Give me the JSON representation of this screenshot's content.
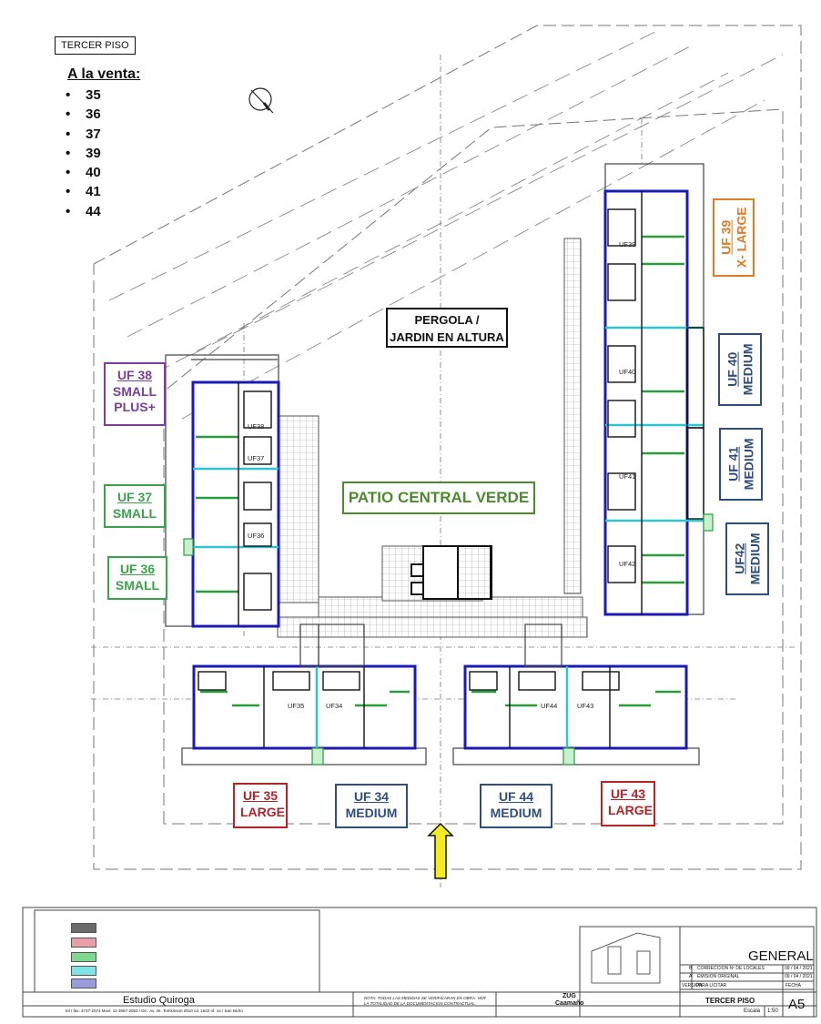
{
  "floor_tag": "TERCER PISO",
  "for_sale": {
    "title": "A la venta:",
    "units": [
      "35",
      "36",
      "37",
      "39",
      "40",
      "41",
      "44"
    ]
  },
  "labels": {
    "pergola": [
      "PERGOLA /",
      "JARDIN EN ALTURA"
    ],
    "patio": "PATIO CENTRAL VERDE"
  },
  "units": {
    "uf38": {
      "code": "UF 38",
      "size": "SMALL",
      "size2": "PLUS+",
      "color": "#7b3e9b"
    },
    "uf37": {
      "code": "UF 37",
      "size": "SMALL",
      "color": "#3aa34a"
    },
    "uf36": {
      "code": "UF 36",
      "size": "SMALL",
      "color": "#3aa34a"
    },
    "uf39": {
      "code": "UF 39",
      "size": "X- LARGE",
      "color": "#e07b24"
    },
    "uf40": {
      "code": "UF 40",
      "size": "MEDIUM",
      "color": "#2f4f7a"
    },
    "uf41": {
      "code": "UF 41",
      "size": "MEDIUM",
      "color": "#2f4f7a"
    },
    "uf42": {
      "code": "UF42",
      "size": "MEDIUM",
      "color": "#2f4f7a"
    },
    "uf35": {
      "code": "UF 35",
      "size": "LARGE",
      "color": "#b3242a"
    },
    "uf34": {
      "code": "UF 34",
      "size": "MEDIUM",
      "color": "#2f4f7a"
    },
    "uf44": {
      "code": "UF 44",
      "size": "MEDIUM",
      "color": "#2f4f7a"
    },
    "uf43": {
      "code": "UF 43",
      "size": "LARGE",
      "color": "#b3242a"
    }
  },
  "plan_unit_labels": [
    "UF39",
    "UF40",
    "UF41",
    "UF42",
    "UF38",
    "UF37",
    "UF36",
    "UF35",
    "UF34",
    "UF44",
    "UF43"
  ],
  "legend_colors": [
    "#6b6b6b",
    "#e8a0a8",
    "#7fd88f",
    "#7fe3e8",
    "#9b9be0"
  ],
  "title_block": {
    "studio": "Estudio Quiroga",
    "address": "tel / fax: 4737-2074  Movi: 11-3067-2053  /  Dir.: Av. Int. Tomkinson 2910 cd. 1642   of. 14  /  San Isidro",
    "note": "NOTA: TODAS LAS MEDIDAS SE VERIFICARAN EN OBRA. VER LA TOTALIDAD DE LA DOCUMENTACION CONTRACTUAL.",
    "client": "ZUG",
    "client2": "Caamaño",
    "sheet_name": "TERCER PISO",
    "general": "GENERAL",
    "revisions": [
      {
        "rev": "B",
        "desc": "CORRECCION Nº DE LOCALES",
        "date": "09 / 04 / 2021"
      },
      {
        "rev": "A",
        "desc": "EMISION ORIGINAL",
        "date": "09 / 04 / 2021"
      }
    ],
    "version_label": "VERSIÓN",
    "version_value": "PARA LICITAR",
    "date_label": "FECHA",
    "scale_label": "Escala",
    "scale_value": "1:50",
    "sheet_no": "A5"
  }
}
